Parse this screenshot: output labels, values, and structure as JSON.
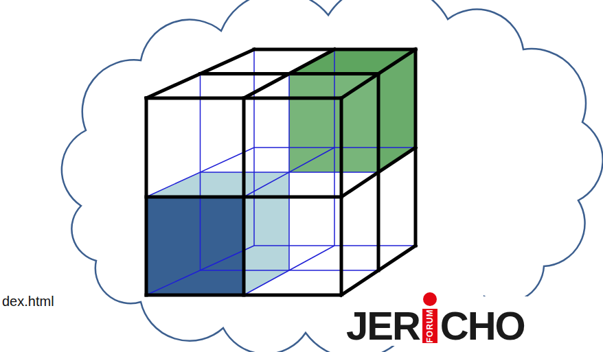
{
  "diagram": {
    "labels": [
      "dex.html",
      "JER",
      "FORUM",
      "CHO"
    ]
  }
}
